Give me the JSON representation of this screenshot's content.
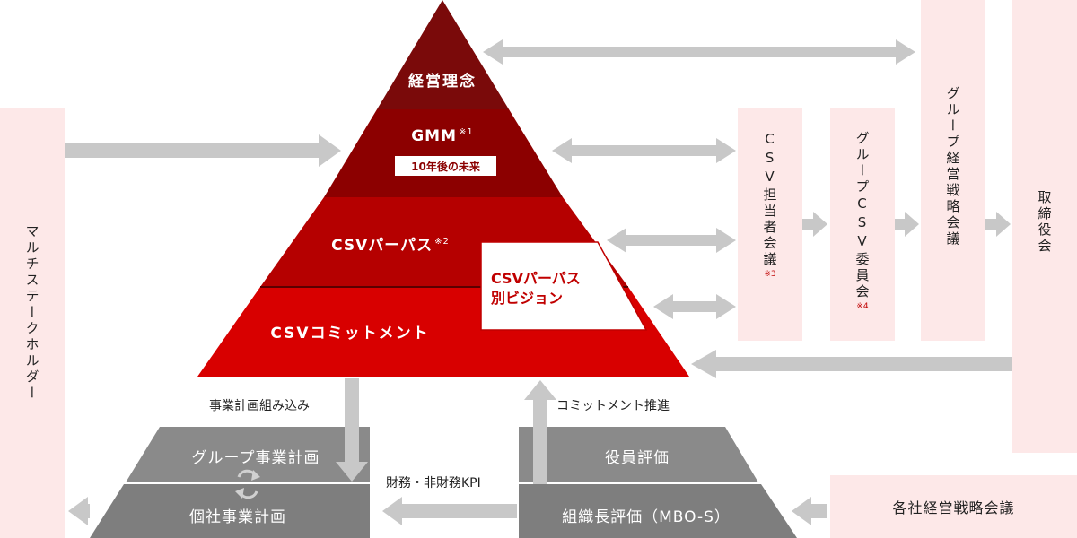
{
  "pyramid": {
    "level1": "経営理念",
    "level2": {
      "title": "GMM",
      "note": "※1",
      "sub": "10年後の未来"
    },
    "level3": {
      "title": "CSVパーパス",
      "note": "※2"
    },
    "level4": "CSVコミットメント",
    "vision": {
      "line1": "CSVパーパス",
      "line2": "別ビジョン"
    }
  },
  "side": {
    "stakeholders": "マルチステークホルダー",
    "csv_officer": {
      "text": "CSV担当者会議",
      "note": "※3"
    },
    "group_csv": {
      "text": "グループCSV委員会",
      "note": "※4"
    },
    "group_strategy": "グループ経営戦略会議",
    "board": "取締役会",
    "company_strategy": "各社経営戦略会議"
  },
  "flows": {
    "plan_integration": "事業計画組み込み",
    "commitment_promotion": "コミットメント推進",
    "kpi": "財務・非財務KPI"
  },
  "bases": {
    "group_plan": "グループ事業計画",
    "company_plan": "個社事業計画",
    "exec_eval": "役員評価",
    "org_eval": "組織長評価（MBO-S）"
  },
  "colors": {
    "level1": "#7a0a0a",
    "level2": "#8c0000",
    "level3": "#b50000",
    "level4": "#d80000",
    "arrow": "#c8c8c8",
    "base": "#8a8a8a",
    "pink": "#fde8e8"
  }
}
